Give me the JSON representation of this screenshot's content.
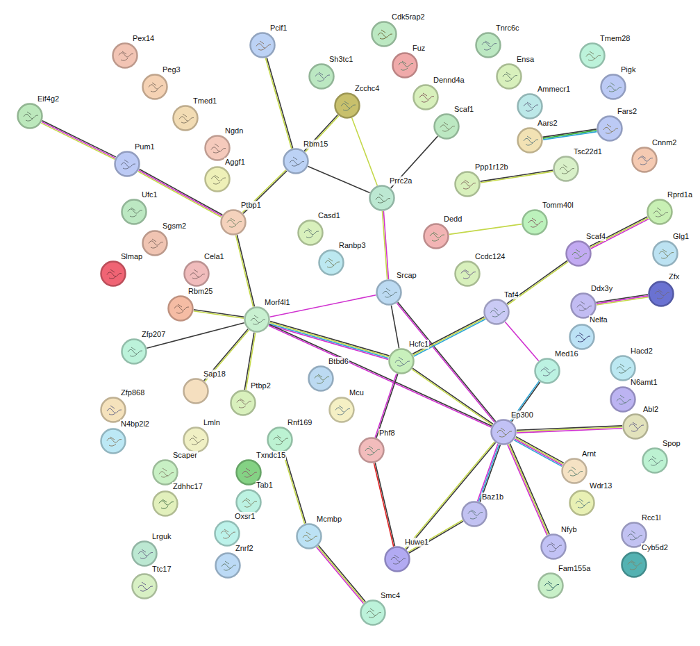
{
  "diagram": {
    "nodes": [
      {
        "text": [
          "Pex14"
        ]
      },
      {
        "text": [
          "Peg3"
        ]
      },
      {
        "text": [
          "Tmed1"
        ]
      },
      {
        "text": [
          "Ngdn"
        ]
      },
      {
        "text": [
          "Aggf1"
        ]
      },
      {
        "text": [
          "Eif4g2"
        ]
      },
      {
        "text": [
          "Pum1"
        ]
      },
      {
        "text": [
          "Ufc1"
        ]
      },
      {
        "text": [
          "Sgsm2"
        ]
      },
      {
        "text": [
          "Slmap"
        ]
      },
      {
        "text": [
          "Cela1"
        ]
      },
      {
        "text": [
          "Rbm25"
        ]
      },
      {
        "text": [
          "Zfp207"
        ]
      },
      {
        "text": [
          "Morf4l1"
        ]
      },
      {
        "text": [
          "Sap18"
        ]
      },
      {
        "text": [
          "Ptbp2"
        ]
      },
      {
        "text": [
          "Ptbp1"
        ]
      },
      {
        "text": [
          "Pcif1"
        ]
      },
      {
        "text": [
          "Rbm15"
        ]
      },
      {
        "text": [
          "Sh3tc1"
        ]
      },
      {
        "text": [
          "Zcchc4"
        ]
      },
      {
        "text": [
          "Cdk5rap2"
        ]
      },
      {
        "text": [
          "Fuz"
        ]
      },
      {
        "text": [
          "Dennd4a"
        ]
      },
      {
        "text": [
          "Scaf1"
        ]
      },
      {
        "text": [
          "Prrc2a"
        ]
      },
      {
        "text": [
          "Casd1"
        ]
      },
      {
        "text": [
          "Ranbp3"
        ]
      },
      {
        "text": [
          "Srcap"
        ]
      },
      {
        "text": [
          "Tnrc6c"
        ]
      },
      {
        "text": [
          "Ensa"
        ]
      },
      {
        "text": [
          "Tmem28"
        ]
      },
      {
        "text": [
          "Pigk"
        ]
      },
      {
        "text": [
          "Ammecr1"
        ]
      },
      {
        "text": [
          "Aars2"
        ]
      },
      {
        "text": [
          "Fars2"
        ]
      },
      {
        "text": [
          "Cnnm2"
        ]
      },
      {
        "text": [
          "Ppp1r12b"
        ]
      },
      {
        "text": [
          "Tsc22d1"
        ]
      },
      {
        "text": [
          "Rprd1a"
        ]
      },
      {
        "text": [
          "Dedd"
        ]
      },
      {
        "text": [
          "Tomm40l"
        ]
      },
      {
        "text": [
          "Scaf4"
        ]
      },
      {
        "text": [
          "Ccdc124"
        ]
      },
      {
        "text": [
          "Glg1"
        ]
      },
      {
        "text": [
          "Taf4"
        ]
      },
      {
        "text": [
          "Ddx3y"
        ]
      },
      {
        "text": [
          "Zfx"
        ]
      },
      {
        "text": [
          "Nelfa"
        ]
      },
      {
        "text": [
          "Hcfc1"
        ]
      },
      {
        "text": [
          "Btbd6"
        ]
      },
      {
        "text": [
          "Med16"
        ]
      },
      {
        "text": [
          "Hacd2"
        ]
      },
      {
        "text": [
          "N6amt1"
        ]
      },
      {
        "text": [
          "Abl2"
        ]
      },
      {
        "text": [
          "Ep300"
        ]
      },
      {
        "text": [
          "Zfp868"
        ]
      },
      {
        "text": [
          "N4bp2l2"
        ]
      },
      {
        "text": [
          "Mcu"
        ]
      },
      {
        "text": [
          "Lmln"
        ]
      },
      {
        "text": [
          "Scaper"
        ]
      },
      {
        "text": [
          "Rnf169"
        ]
      },
      {
        "text": [
          "Phf8"
        ]
      },
      {
        "text": [
          "Txndc15"
        ]
      },
      {
        "text": [
          "Zdhhc17"
        ]
      },
      {
        "text": [
          "Tab1"
        ]
      },
      {
        "text": [
          "Spop"
        ]
      },
      {
        "text": [
          "Arnt"
        ]
      },
      {
        "text": [
          "Oxsr1"
        ]
      },
      {
        "text": [
          "Wdr13"
        ]
      },
      {
        "text": [
          "Mcmbp"
        ]
      },
      {
        "text": [
          "Baz1b"
        ]
      },
      {
        "text": [
          "Lrguk"
        ]
      },
      {
        "text": [
          "Znrf2"
        ]
      },
      {
        "text": [
          "Rcc1l"
        ]
      },
      {
        "text": [
          "Nfyb"
        ]
      },
      {
        "text": [
          "Huwe1"
        ]
      },
      {
        "text": [
          "Ttc17"
        ]
      },
      {
        "text": [
          "Cyb5d2"
        ]
      },
      {
        "text": [
          "Fam155a"
        ]
      },
      {
        "text": [
          "Smc4"
        ]
      }
    ],
    "edges": [
      {
        "from": 5,
        "to": 6,
        "arrow": "none"
      },
      {
        "from": 6,
        "to": 16,
        "arrow": "none"
      },
      {
        "from": 17,
        "to": 18,
        "arrow": "none"
      },
      {
        "from": 18,
        "to": 20,
        "arrow": "none"
      },
      {
        "from": 18,
        "to": 16,
        "arrow": "none"
      },
      {
        "from": 18,
        "to": 25,
        "arrow": "none"
      },
      {
        "from": 20,
        "to": 25,
        "arrow": "none"
      },
      {
        "from": 24,
        "to": 25,
        "arrow": "none"
      },
      {
        "from": 25,
        "to": 28,
        "arrow": "none"
      },
      {
        "from": 16,
        "to": 13,
        "arrow": "none"
      },
      {
        "from": 11,
        "to": 13,
        "arrow": "none"
      },
      {
        "from": 12,
        "to": 13,
        "arrow": "none"
      },
      {
        "from": 14,
        "to": 13,
        "arrow": "none"
      },
      {
        "from": 15,
        "to": 13,
        "arrow": "none"
      },
      {
        "from": 13,
        "to": 28,
        "arrow": "none"
      },
      {
        "from": 13,
        "to": 49,
        "arrow": "none"
      },
      {
        "from": 13,
        "to": 55,
        "arrow": "none"
      },
      {
        "from": 28,
        "to": 49,
        "arrow": "none"
      },
      {
        "from": 28,
        "to": 55,
        "arrow": "none"
      },
      {
        "from": 49,
        "to": 45,
        "arrow": "none"
      },
      {
        "from": 49,
        "to": 55,
        "arrow": "none"
      },
      {
        "from": 49,
        "to": 62,
        "arrow": "none"
      },
      {
        "from": 62,
        "to": 76,
        "arrow": "none"
      },
      {
        "from": 45,
        "to": 42,
        "arrow": "none"
      },
      {
        "from": 42,
        "to": 39,
        "arrow": "none"
      },
      {
        "from": 45,
        "to": 51,
        "arrow": "none"
      },
      {
        "from": 51,
        "to": 55,
        "arrow": "none"
      },
      {
        "from": 55,
        "to": 54,
        "arrow": "none"
      },
      {
        "from": 55,
        "to": 67,
        "arrow": "none"
      },
      {
        "from": 55,
        "to": 75,
        "arrow": "none"
      },
      {
        "from": 55,
        "to": 71,
        "arrow": "none"
      },
      {
        "from": 55,
        "to": 76,
        "arrow": "none"
      },
      {
        "from": 71,
        "to": 76,
        "arrow": "none"
      },
      {
        "from": 37,
        "to": 38,
        "arrow": "none"
      },
      {
        "from": 34,
        "to": 35,
        "arrow": "none"
      },
      {
        "from": 40,
        "to": 41,
        "arrow": "none"
      },
      {
        "from": 46,
        "to": 47,
        "arrow": "none"
      },
      {
        "from": 61,
        "to": 70,
        "arrow": "none"
      },
      {
        "from": 70,
        "to": 80,
        "arrow": "none"
      }
    ]
  }
}
